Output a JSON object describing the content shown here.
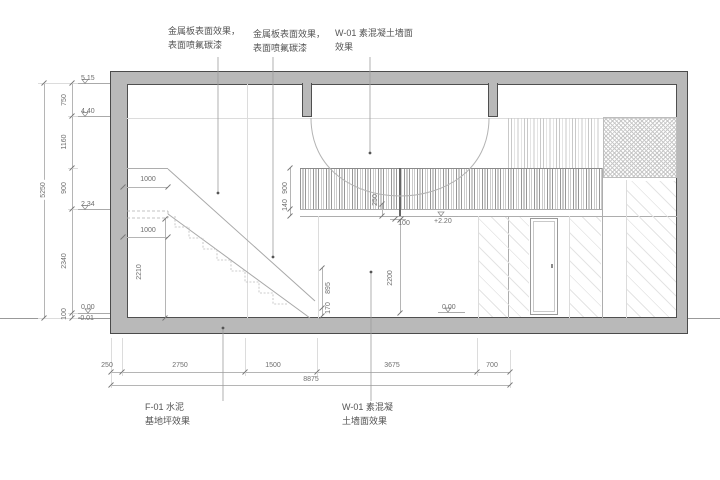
{
  "annotations": {
    "top": [
      {
        "line1": "金属板表面效果，",
        "line2": "表面喷氟碳漆"
      },
      {
        "line1": "金属板表面效果，",
        "line2": "表面喷氟碳漆"
      },
      {
        "line1": "W-01 素混凝土墙面",
        "line2": "效果"
      }
    ],
    "bottom": [
      {
        "line1": "F-01 水泥",
        "line2": "基地坪效果"
      },
      {
        "line1": "W-01 素混凝",
        "line2": "土墙面效果"
      }
    ]
  },
  "levels": {
    "left": [
      "5.15",
      "4.40",
      "2.34",
      "0.00",
      "-0.01"
    ],
    "mezzanine": "+2.20",
    "floor": "0.00"
  },
  "dimensions": {
    "left_chain": [
      "750",
      "1160",
      "900",
      "2340",
      "100"
    ],
    "left_total": "5250",
    "bottom_chain": [
      "250",
      "2750",
      "1500",
      "3675",
      "700"
    ],
    "bottom_total": "8875",
    "stair_top_run": "1000",
    "stair_rail_run": "1000",
    "rail_height": "2210",
    "balustrade_height": "900",
    "floor_edge": "140",
    "post_offset": "250",
    "post_width": "100",
    "clear_height": "2200",
    "stair_lower": "895",
    "riser": "170"
  },
  "colors": {
    "wall_fill": "#b9b9b9",
    "outline": "#4a4a4a",
    "dim_line": "#b5b5b5",
    "text": "#6e6e6e"
  }
}
